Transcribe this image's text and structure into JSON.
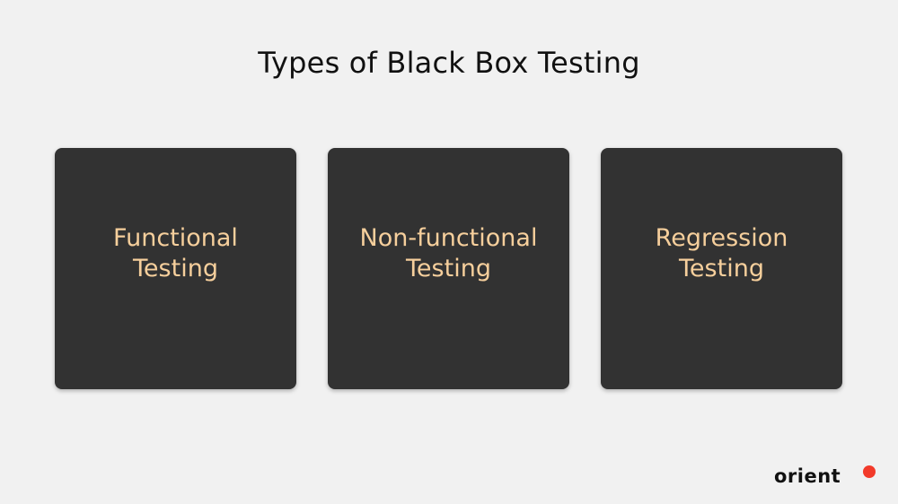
{
  "title": "Types of Black Box Testing",
  "cards": [
    {
      "line1": "Functional",
      "line2": "Testing"
    },
    {
      "line1": "Non-functional",
      "line2": "Testing"
    },
    {
      "line1": "Regression",
      "line2": "Testing"
    }
  ],
  "logo": {
    "text": "orient",
    "dot_color": "#f23a2a"
  },
  "colors": {
    "background": "#f1f1f1",
    "card": "#323232",
    "card_text": "#f6cf9c",
    "title_text": "#111111"
  }
}
